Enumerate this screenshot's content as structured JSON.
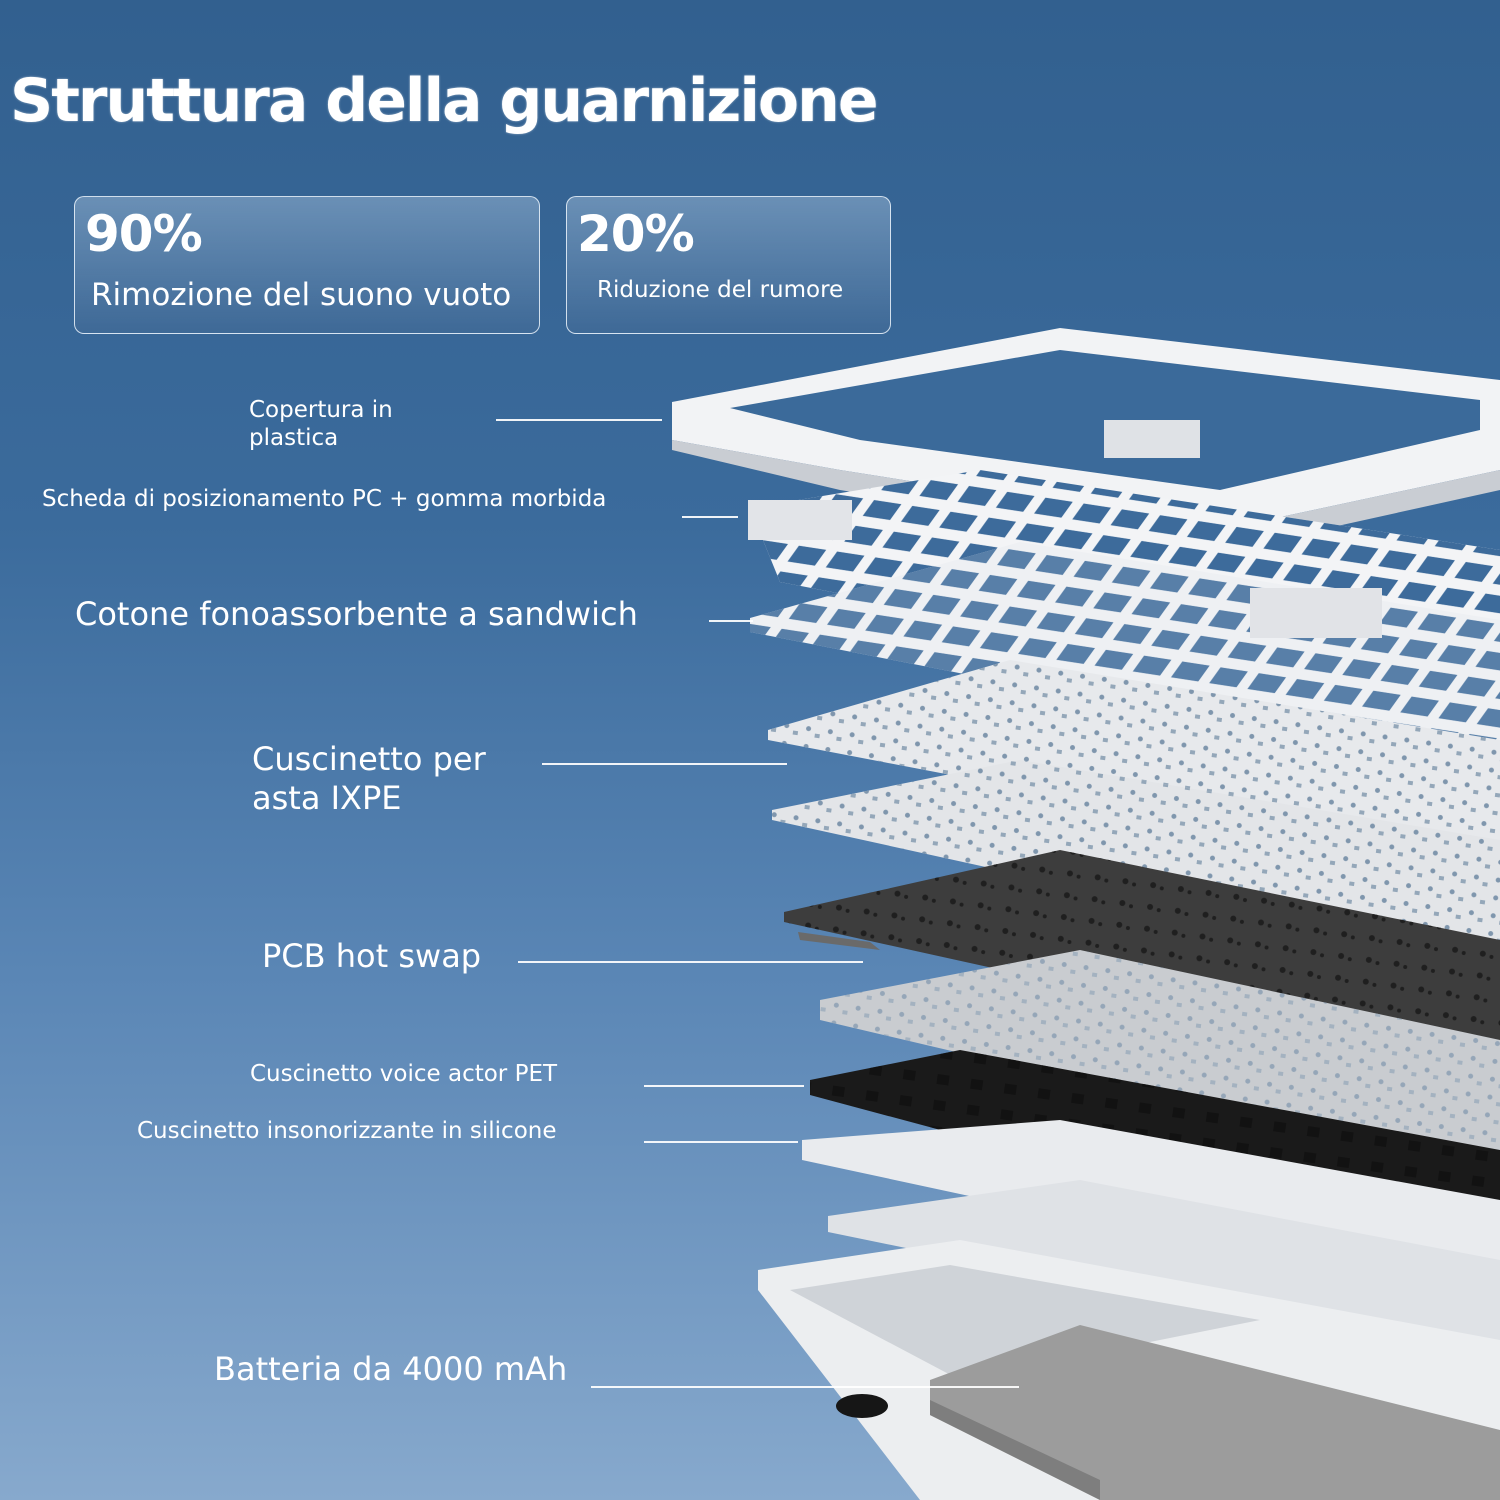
{
  "title": "Struttura della guarnizione",
  "stats": [
    {
      "value": "90%",
      "label": "Rimozione del suono vuoto"
    },
    {
      "value": "20%",
      "label": "Riduzione del rumore"
    }
  ],
  "layers": [
    "Copertura in plastica",
    "Scheda di posizionamento PC + gomma morbida",
    "Cotone fonoassorbente a sandwich",
    "Cuscinetto per asta IXPE",
    "PCB hot swap",
    "Cuscinetto voice actor PET",
    "Cuscinetto insonorizzante in silicone",
    "Batteria da 4000 mAh"
  ]
}
